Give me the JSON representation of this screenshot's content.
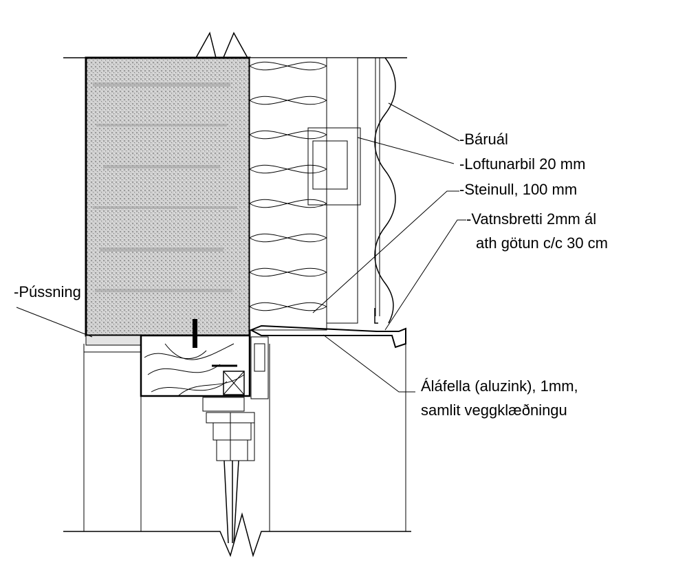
{
  "labels": {
    "baruál": "-Báruál",
    "loftunarbil": "-Loftunarbil 20 mm",
    "steinull": "-Steinull, 100 mm",
    "vatnsbretti_1": "-Vatnsbretti 2mm ál",
    "vatnsbretti_2": "ath götun c/c 30 cm",
    "pussning": "-Pússning",
    "alafella_1": "Áláfella (aluzink), 1mm,",
    "alafella_2": "samlit veggklæðningu"
  }
}
